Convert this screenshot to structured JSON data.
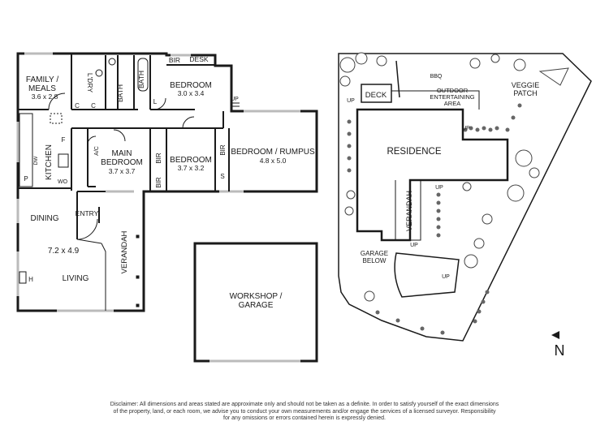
{
  "house": {
    "rooms": {
      "family_meals": [
        "FAMILY /",
        "MEALS"
      ],
      "family_meals_dim": "3.6 x 2.8",
      "ldry": "L'DRY",
      "bath1": "BATH",
      "bath2": "BATH",
      "bir_top": "BIR",
      "desk": "DESK",
      "bedroom_top": "BEDROOM",
      "bedroom_top_dim": "3.0 x 3.4",
      "up": "UP",
      "l": "L",
      "c1": "C",
      "c2": "C",
      "kitchen": "KITCHEN",
      "dw": "DW",
      "f": "F",
      "p": "P",
      "wo": "WO",
      "ac": "A/C",
      "main_bedroom": [
        "MAIN",
        "BEDROOM"
      ],
      "main_bedroom_dim": "3.7 x 3.7",
      "bir_main": "BIR",
      "bedroom_mid": "BEDROOM",
      "bedroom_mid_dim": "3.7 x 3.2",
      "bir_mid": "BIR",
      "bir_rumpus": "BIR",
      "s": "S",
      "rumpus": "BEDROOM / RUMPUS",
      "rumpus_dim": "4.8 x 5.0",
      "dining": "DINING",
      "entry": "ENTRY",
      "living_dim": "7.2 x 4.9",
      "living": "LIVING",
      "h": "H",
      "verandah": "VERANDAH"
    },
    "workshop": [
      "WORKSHOP /",
      "GARAGE"
    ]
  },
  "site": {
    "deck": "DECK",
    "bbq": "BBQ",
    "outdoor": [
      "OUTDOOR",
      "ENTERTAINING",
      "AREA"
    ],
    "veggie": [
      "VEGGIE",
      "PATCH"
    ],
    "residence": "RESIDENCE",
    "verandah": "VERANDAH",
    "garage_below": [
      "GARAGE",
      "BELOW"
    ],
    "up": "UP",
    "north": "N"
  },
  "disclaimer": [
    "Disclaimer: All dimensions and areas stated are approximate only and should not be taken as a definite. In order to satisfy yourself of the exact dimensions",
    "of the property, land, or each room, we advise you to conduct your own measurements and/or engage the services of a licensed surveyor. Responsibility",
    "for any omissions or errors contained herein is expressly denied."
  ]
}
